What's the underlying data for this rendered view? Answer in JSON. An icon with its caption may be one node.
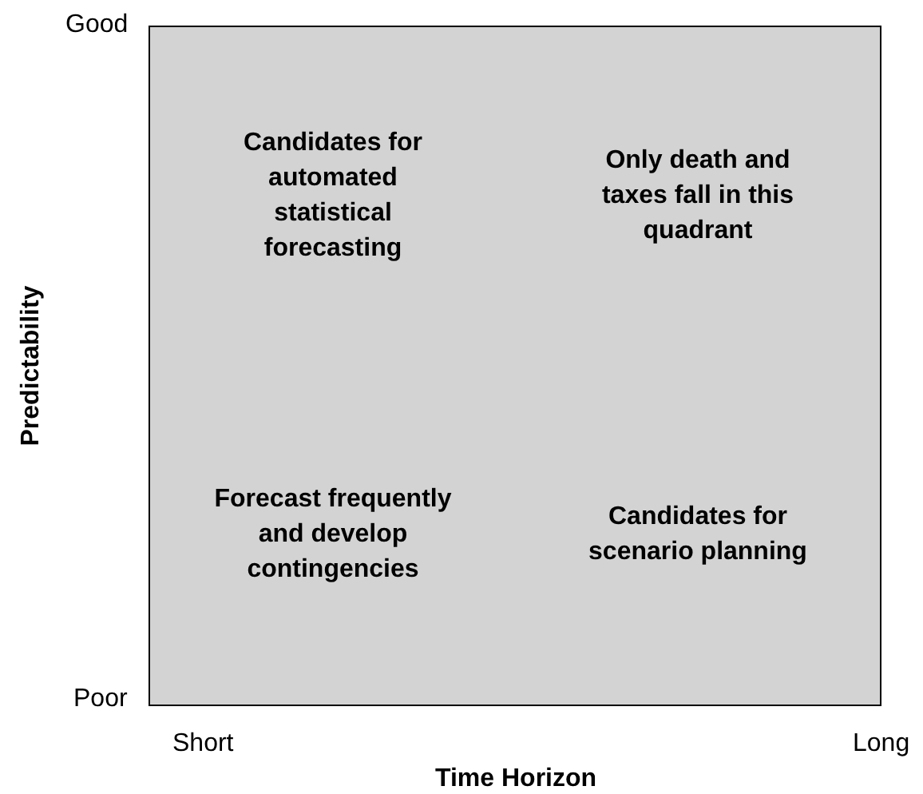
{
  "diagram": {
    "nodes": [
      {
        "text": [
          "Candidates for automated statistical forecasting"
        ]
      },
      {
        "text": [
          "Only death and taxes fall in this quadrant"
        ]
      },
      {
        "text": [
          "Forecast frequently and develop contingencies"
        ]
      },
      {
        "text": [
          "Candidates for scenario planning"
        ]
      }
    ],
    "labels": [
      "Good",
      "Predictability",
      "Poor",
      "Short",
      "Long",
      "Time Horizon"
    ]
  }
}
